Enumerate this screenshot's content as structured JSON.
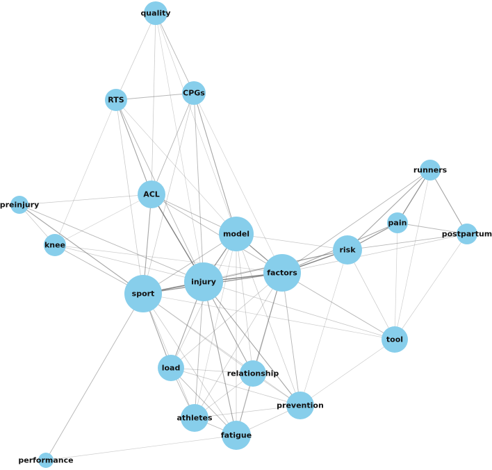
{
  "nodes": [
    {
      "id": "quality",
      "label": "quality"
    },
    {
      "id": "RTS",
      "label": "RTS"
    },
    {
      "id": "CPGs",
      "label": "CPGs"
    },
    {
      "id": "runners",
      "label": "runners"
    },
    {
      "id": "ACL",
      "label": "ACL"
    },
    {
      "id": "preinjury",
      "label": "preinjury"
    },
    {
      "id": "pain",
      "label": "pain"
    },
    {
      "id": "postpartum",
      "label": "postpartum"
    },
    {
      "id": "model",
      "label": "model"
    },
    {
      "id": "knee",
      "label": "knee"
    },
    {
      "id": "risk",
      "label": "risk"
    },
    {
      "id": "factors",
      "label": "factors"
    },
    {
      "id": "injury",
      "label": "injury"
    },
    {
      "id": "sport",
      "label": "sport"
    },
    {
      "id": "tool",
      "label": "tool"
    },
    {
      "id": "load",
      "label": "load"
    },
    {
      "id": "relationship",
      "label": "relationship"
    },
    {
      "id": "prevention",
      "label": "prevention"
    },
    {
      "id": "athletes",
      "label": "athletes"
    },
    {
      "id": "fatigue",
      "label": "fatigue"
    },
    {
      "id": "performance",
      "label": "performance"
    }
  ],
  "colors": {
    "node_fill": "#87ceeb",
    "edge": "#666666",
    "label": "#111111"
  }
}
